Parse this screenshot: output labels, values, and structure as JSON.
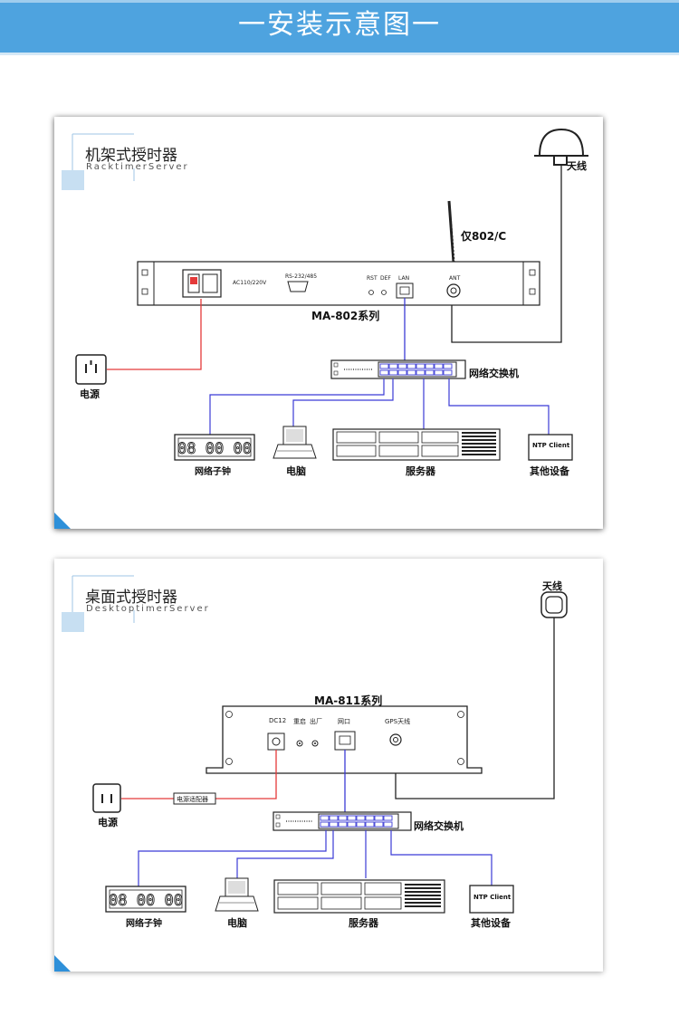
{
  "banner": {
    "title": "一安装示意图一"
  },
  "rack": {
    "title_cn": "机架式授时器",
    "title_en": "RacktimerServer",
    "antenna_label": "天线",
    "only_label": "仅802/C",
    "model": "MA-802系列",
    "power_label": "电源",
    "switch_label": "网络交换机",
    "clock_label": "网络子钟",
    "clock_digits": "08 00 00",
    "pc_label": "电脑",
    "server_label": "服务器",
    "ntp_text": "NTP Client",
    "other_label": "其他设备",
    "panel": {
      "ac": "AC110/220V",
      "rs": "RS-232/485",
      "rst": "RST",
      "def": "DEF",
      "lan": "LAN",
      "ant": "ANT"
    }
  },
  "desk": {
    "title_cn": "桌面式授时器",
    "title_en": "DesktoptimerServer",
    "antenna_label": "天线",
    "model": "MA-811系列",
    "power_label": "电源",
    "adapter_label": "电源适配器",
    "switch_label": "网络交换机",
    "clock_label": "网络子钟",
    "clock_digits": "08 00 00",
    "pc_label": "电脑",
    "server_label": "服务器",
    "ntp_text": "NTP Client",
    "other_label": "其他设备",
    "panel": {
      "dc": "DC12",
      "restart": "重启",
      "factory": "出厂",
      "net": "网口",
      "gps": "GPS天线"
    }
  },
  "colors": {
    "banner": "#4ea3df",
    "power_line": "#e43a3a",
    "network_line": "#3b3bd6",
    "antenna_line": "#222222",
    "accent": "#2e90d9"
  }
}
